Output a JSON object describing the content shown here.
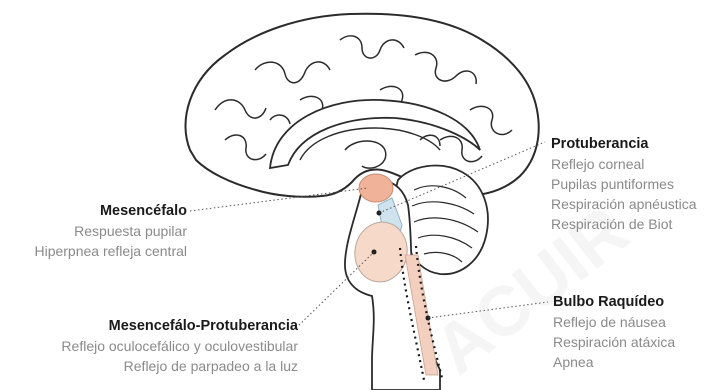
{
  "labels": {
    "mesencefalo": {
      "title": "Mesencéfalo",
      "items": [
        "Respuesta pupilar",
        "Hiperpnea refleja central"
      ]
    },
    "protuberancia": {
      "title": "Protuberancia",
      "items": [
        "Reflejo corneal",
        "Pupilas puntiformes",
        "Respiración apnéustica",
        "Respiración de Biot"
      ]
    },
    "mesencefalo_protuberancia": {
      "title": "Mesencefálo-Protuberancia",
      "items": [
        "Reflejo oculocefálico y oculovestibular",
        "Reflejo de parpadeo a la luz"
      ]
    },
    "bulbo": {
      "title": "Bulbo Raquídeo",
      "items": [
        "Reflejo de náusea",
        "Respiración atáxica",
        "Apnea"
      ]
    }
  },
  "colors": {
    "mesencefalo_region": "#f0b39a",
    "protuberancia_region": "#f6d9c9",
    "ventricle": "#cfe3ef",
    "bulbo_line": "#e7b9a6",
    "outline": "#2b2b2b",
    "leader": "#555555"
  },
  "watermark": "ACUIR"
}
